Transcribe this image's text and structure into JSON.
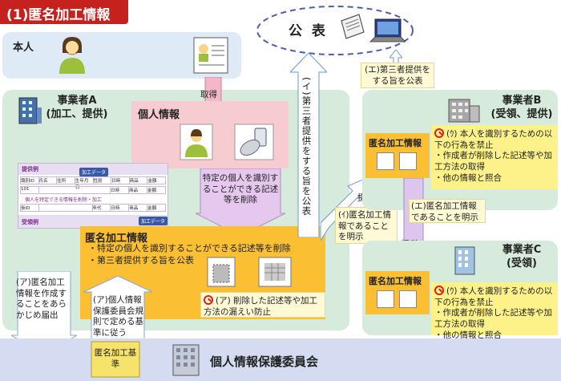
{
  "title": "(1)匿名加工情報",
  "public": {
    "label": "公 表"
  },
  "honnin": {
    "label": "本人"
  },
  "business_a": {
    "name": "事業者A",
    "role": "(加工、提供)"
  },
  "business_b": {
    "name": "事業者B",
    "role": "(受領、提供)"
  },
  "business_c": {
    "name": "事業者C",
    "role": "(受領)"
  },
  "personal_info": {
    "label": "個人情報"
  },
  "acquire": {
    "label": "取得"
  },
  "delete_note": {
    "text": "特定の個人を識別することができる記述等を削除"
  },
  "anon_box": {
    "label": "匿名加工情報",
    "bullet1": "・特定の個人を識別することができる記述等を削除",
    "bullet2": "・第三者提供する旨を公表"
  },
  "prevent": {
    "text": "(ア) 削除した記述等や加工方法の漏えい防止"
  },
  "i_publish": {
    "text": "(イ)第三者提供をする旨を公表"
  },
  "e_publish": {
    "text": "(エ)第三者提供をする旨を公表"
  },
  "provide_label_1": "提供",
  "provide_label_2": "提供",
  "u_disclose": {
    "text": "(ｲ)匿名加工情報であることを明示"
  },
  "e_disclose": {
    "text": "(エ)匿名加工情報であることを明示"
  },
  "b_anon_label": "匿名加工情報",
  "c_anon_label": "匿名加工情報",
  "prohibit_b": {
    "line1": "(ｳ) 本人を識別するための以下の行為を禁止",
    "line2": "・作成者が削除した記述等や加工方法の取得",
    "line3": "・他の情報と照合"
  },
  "prohibit_c": {
    "line1": "(ｳ) 本人を識別するための以下の行為を禁止",
    "line2": "・作成者が削除した記述等や加工方法の取得",
    "line3": "・他の情報と照合"
  },
  "a_report": {
    "text": "(ア)匿名加工情報を作成することをあらかじめ届出"
  },
  "i_standard": {
    "text": "(ア)個人情報保護委員会規則で定める基準に従う"
  },
  "standard_doc": {
    "label": "匿名加工基準"
  },
  "committee": {
    "label": "個人情報保護委員会"
  },
  "sheet": {
    "top_label": "提供例",
    "bottom_label": "受領例",
    "cells_row1": [
      "識別ID",
      "氏名",
      "住所",
      "生年月日",
      "性別",
      "日時",
      "商品",
      "金額"
    ],
    "cells_row2": [
      "101",
      "",
      "",
      "",
      "",
      "日時",
      "商品",
      "金額"
    ],
    "note": "個人を特定できる情報を削除・加工",
    "cells_row3": [
      "仮ID",
      "",
      "",
      "",
      "年代",
      "日時",
      "商品",
      "金額"
    ],
    "tag1": "加工データ",
    "tag2": "加工データ"
  }
}
